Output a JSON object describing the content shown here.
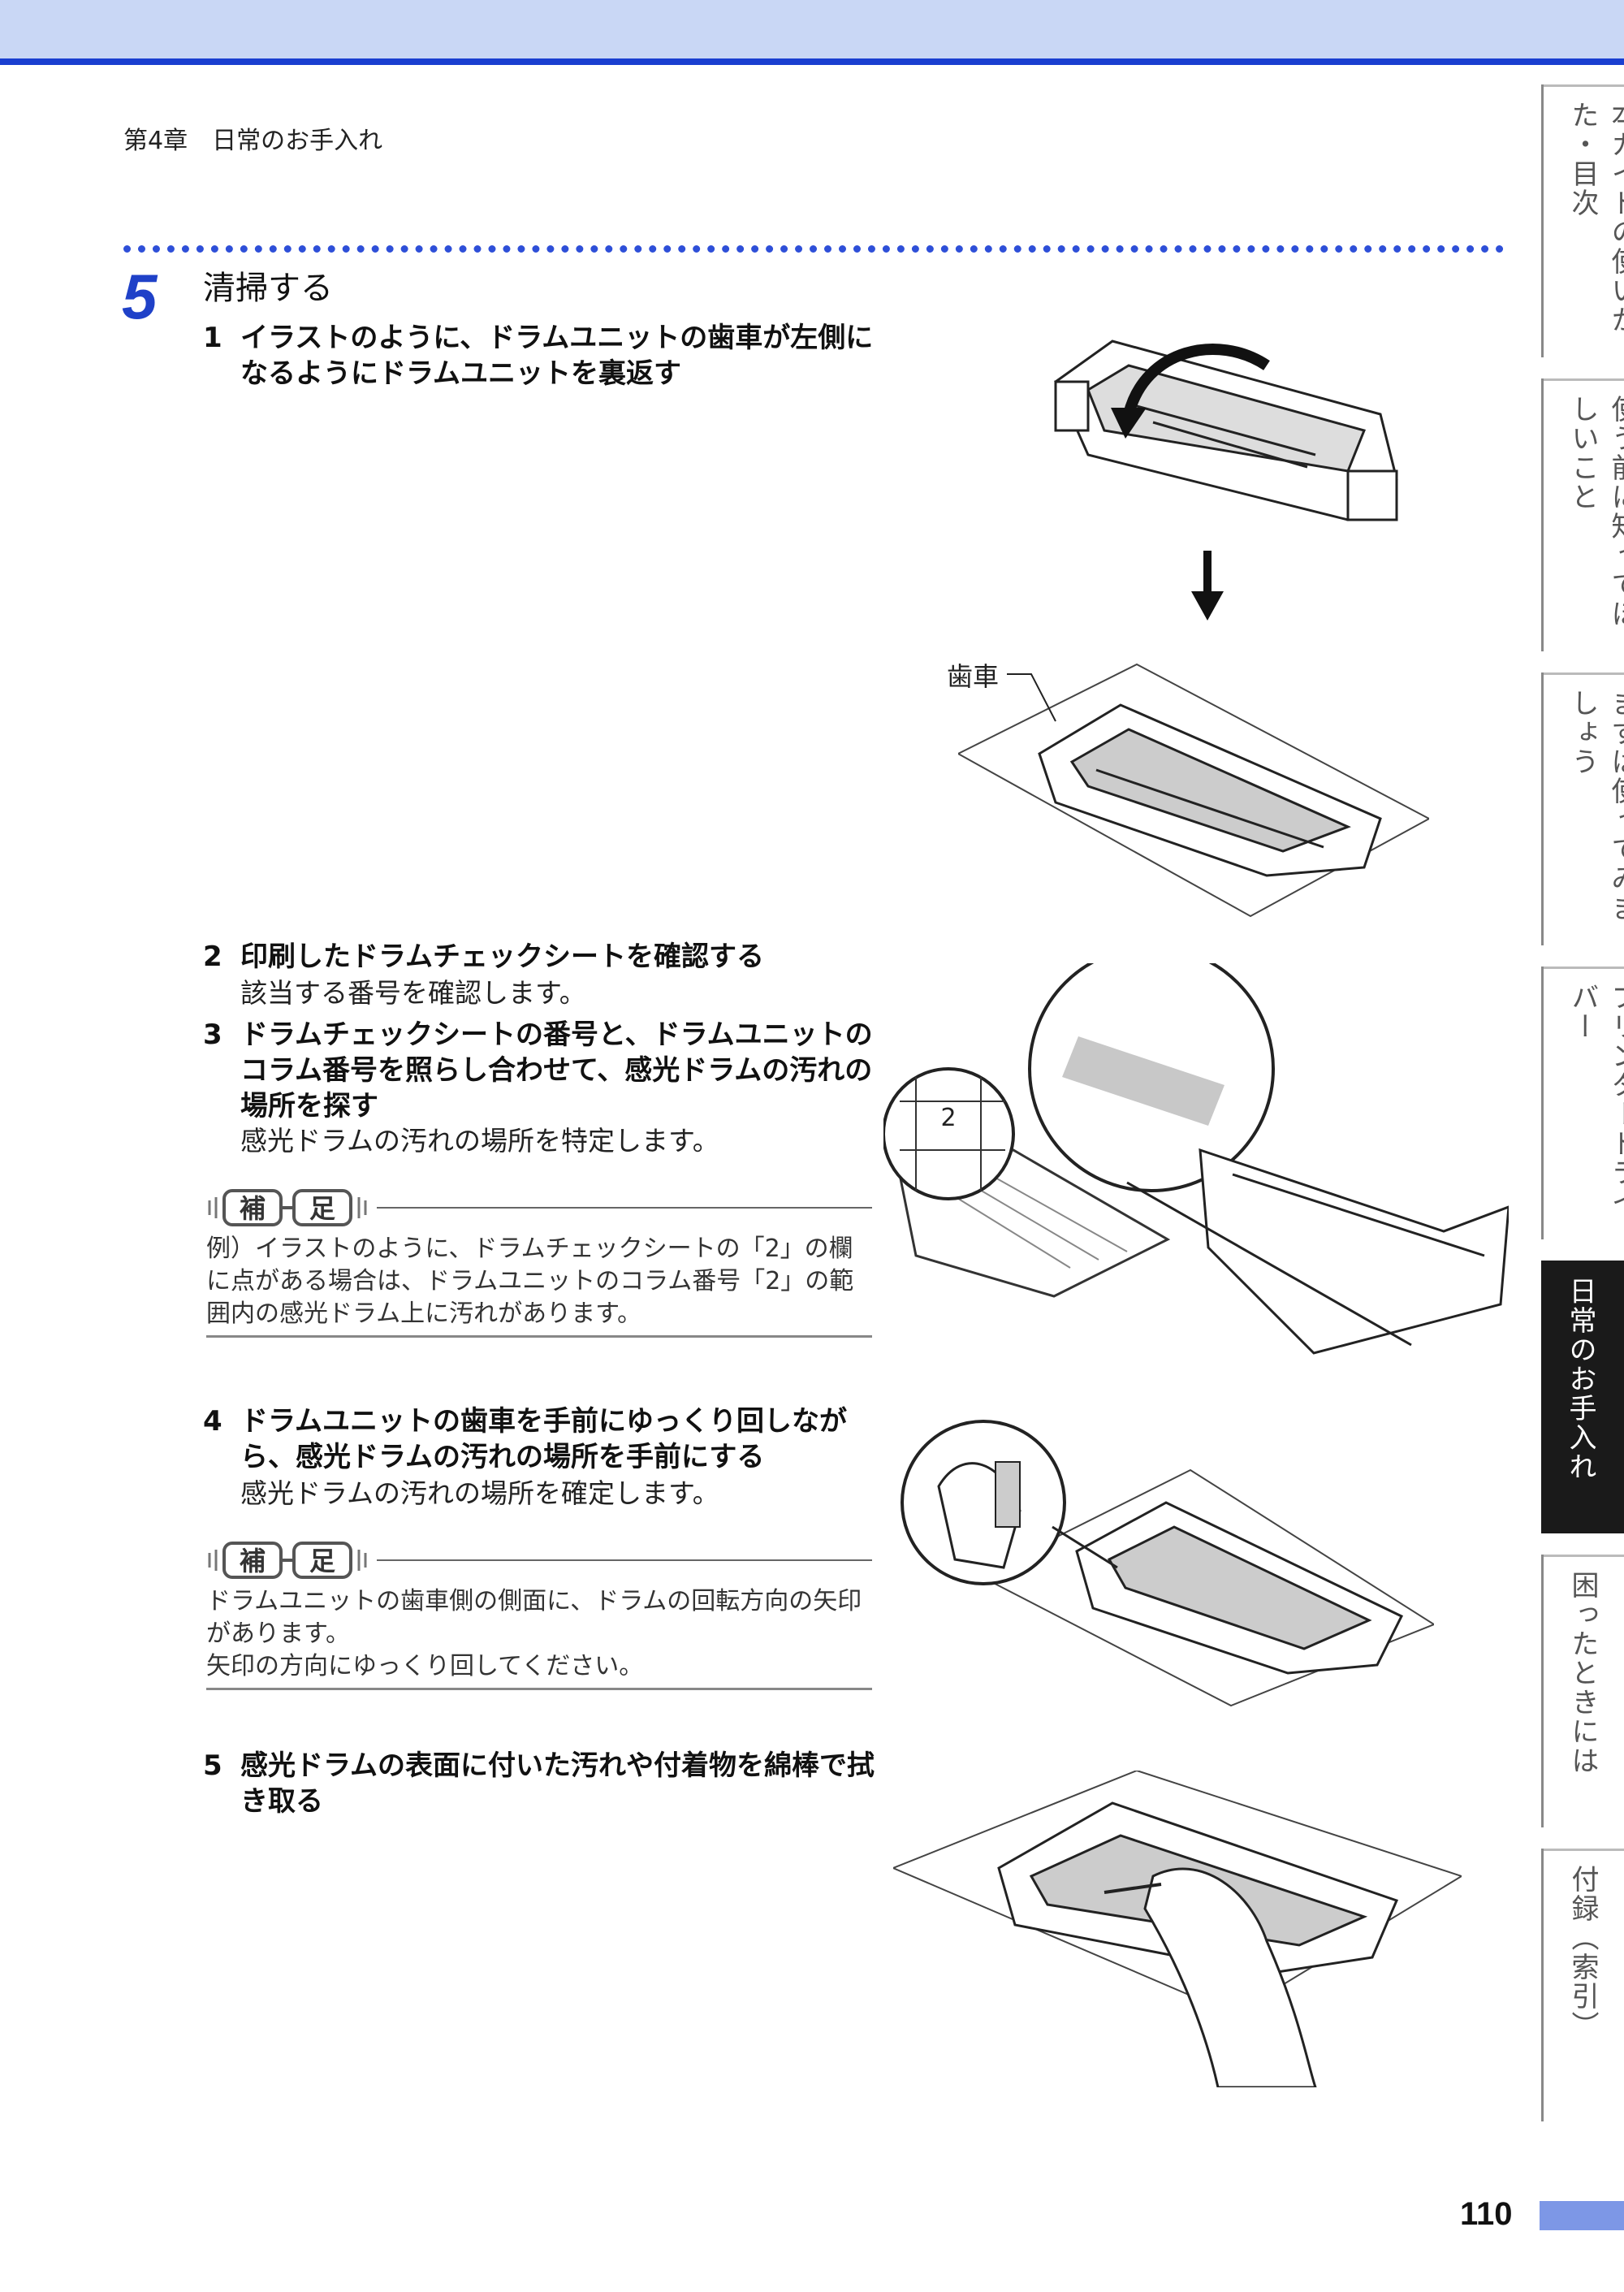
{
  "header": {
    "chapter": "第4章　日常のお手入れ"
  },
  "step": {
    "number": "5",
    "title": "清掃する"
  },
  "items": [
    {
      "num": "1",
      "text": "イラストのように、ドラムユニットの歯車が左側になるようにドラムユニットを裏返す"
    },
    {
      "num": "2",
      "text": "印刷したドラムチェックシートを確認する",
      "desc": "該当する番号を確認します。"
    },
    {
      "num": "3",
      "text": "ドラムチェックシートの番号と、ドラムユニットのコラム番号を照らし合わせて、感光ドラムの汚れの場所を探す",
      "desc": "感光ドラムの汚れの場所を特定します。"
    },
    {
      "num": "4",
      "text": "ドラムユニットの歯車を手前にゆっくり回しながら、感光ドラムの汚れの場所を手前にする",
      "desc": "感光ドラムの汚れの場所を確定します。"
    },
    {
      "num": "5",
      "text": "感光ドラムの表面に付いた汚れや付着物を綿棒で拭き取る"
    }
  ],
  "notes": [
    {
      "label": "補足",
      "text": "例）イラストのように、ドラムチェックシートの「2」の欄に点がある場合は、ドラムユニットのコラム番号「2」の範囲内の感光ドラム上に汚れがあります。"
    },
    {
      "label": "補足",
      "line1": "ドラムユニットの歯車側の側面に、ドラムの回転方向の矢印があります。",
      "line2": "矢印の方向にゆっくり回してください。"
    }
  ],
  "figures": {
    "gear_label": "歯車",
    "column_number": "2"
  },
  "tabs": [
    {
      "label": "本ガイドの使いかた・目次",
      "active": false
    },
    {
      "label": "使う前に知ってほしいこと",
      "active": false
    },
    {
      "label": "まずは使ってみましょう",
      "active": false
    },
    {
      "label": "プリンタードライバー",
      "active": false
    },
    {
      "label": "日常のお手入れ",
      "active": true
    },
    {
      "label": "困ったときには",
      "active": false
    },
    {
      "label": "付録（索引）",
      "active": false
    }
  ],
  "page": {
    "number": "110"
  },
  "colors": {
    "accent": "#1f41c8",
    "header_band": "#c9d7f5",
    "active_tab": "#1a1a1a"
  }
}
